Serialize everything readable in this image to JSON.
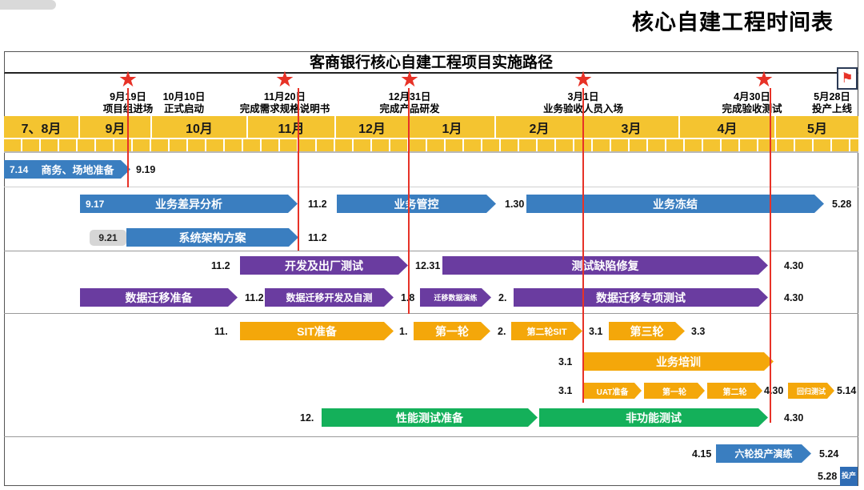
{
  "page_title": "核心自建工程时间表",
  "chart_title": "客商银行核心自建工程项目实施路径",
  "colors": {
    "blue": "#3A7EC0",
    "purple": "#6A3CA0",
    "gold": "#F4A70A",
    "green": "#14B05A",
    "red": "#E73227",
    "yellow": "#F4C430"
  },
  "milestones": [
    {
      "date": "9月19日",
      "label": "项目组进场"
    },
    {
      "date": "10月10日",
      "label": "正式启动"
    },
    {
      "date": "11月20日",
      "label": "完成需求规格说明书"
    },
    {
      "date": "12月31日",
      "label": "完成产品研发"
    },
    {
      "date": "3月1日",
      "label": "业务验收人员入场"
    },
    {
      "date": "4月30日",
      "label": "完成验收测试"
    },
    {
      "date": "5月28日",
      "label": "投产上线"
    }
  ],
  "months": [
    "7、8月",
    "9月",
    "10月",
    "11月",
    "12月",
    "1月",
    "2月",
    "3月",
    "4月",
    "5月"
  ],
  "rows": {
    "prep": {
      "date": "7.14",
      "bar": "商务、场地准备",
      "end": "9.19"
    },
    "biz": {
      "date": "9.17",
      "bar1": "业务差异分析",
      "l1": "11.2",
      "bar2": "业务管控",
      "l2": "1.30",
      "bar3": "业务冻结",
      "l3": "5.28"
    },
    "arch": {
      "start": "9.21",
      "bar": "系统架构方案",
      "end": "11.2"
    },
    "dev": {
      "start": "11.2",
      "bar1": "开发及出厂测试",
      "l1": "12.31",
      "bar2": "测试缺陷修复",
      "l2": "4.30"
    },
    "mig": {
      "bar1": "数据迁移准备",
      "l1": "11.2",
      "bar2": "数据迁移开发及自测",
      "l2": "1.8",
      "bar3": "迁移数据演练",
      "l3": "2.",
      "bar4": "数据迁移专项测试",
      "l4": "4.30"
    },
    "sit": {
      "start": "11.",
      "bar1": "SIT准备",
      "l1": "1.",
      "bar2": "第一轮",
      "l2": "2.",
      "bar3": "第二轮SIT",
      "l3": "3.1",
      "bar4": "第三轮",
      "l4": "3.3"
    },
    "train": {
      "start": "3.1",
      "bar": "业务培训"
    },
    "uat": {
      "start": "3.1",
      "bar1": "UAT准备",
      "bar2": "第一轮",
      "bar3": "第二轮",
      "l1": "4.30",
      "bar4": "回归测试",
      "l2": "5.14"
    },
    "perf": {
      "start": "12.",
      "bar1": "性能测试准备",
      "bar2": "非功能测试",
      "l1": "4.30"
    },
    "drill": {
      "start": "4.15",
      "bar": "六轮投产演练",
      "l1": "5.24"
    },
    "golive": {
      "l1": "5.28",
      "box": "投产"
    }
  }
}
